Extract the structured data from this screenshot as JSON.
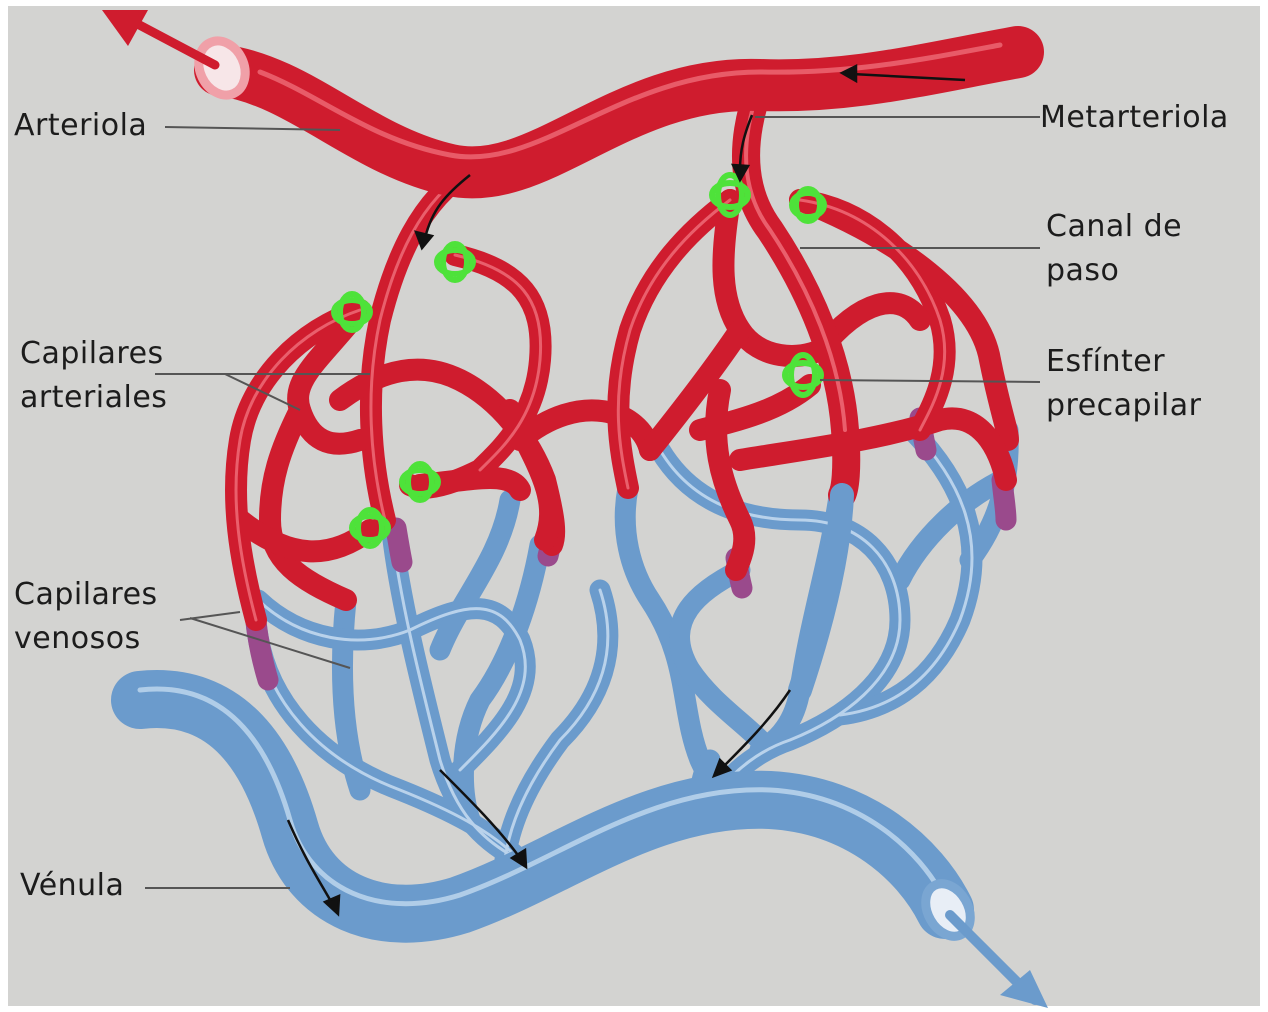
{
  "colors": {
    "background": "#d3d3d1",
    "artery": "#cf1c2e",
    "artery_highlight": "#f0707c",
    "vein": "#6b9bcc",
    "vein_highlight": "#c2d9ef",
    "transition": "#9a4a8c",
    "sphincter": "#4ee23a",
    "leader_line": "#555555",
    "label_text": "#1c1c1c"
  },
  "labels": {
    "arteriola": "Arteriola",
    "metarteriola": "Metarteriola",
    "canal_de_paso_1": "Canal de",
    "canal_de_paso_2": "paso",
    "capilares_arteriales_1": "Capilares",
    "capilares_arteriales_2": "arteriales",
    "esfinter_1": "Esfínter",
    "esfinter_2": "precapilar",
    "capilares_venosos_1": "Capilares",
    "capilares_venosos_2": "venosos",
    "venula": "Vénula"
  },
  "icons": [
    "flow-arrow-icon",
    "precapillary-sphincter-icon"
  ]
}
